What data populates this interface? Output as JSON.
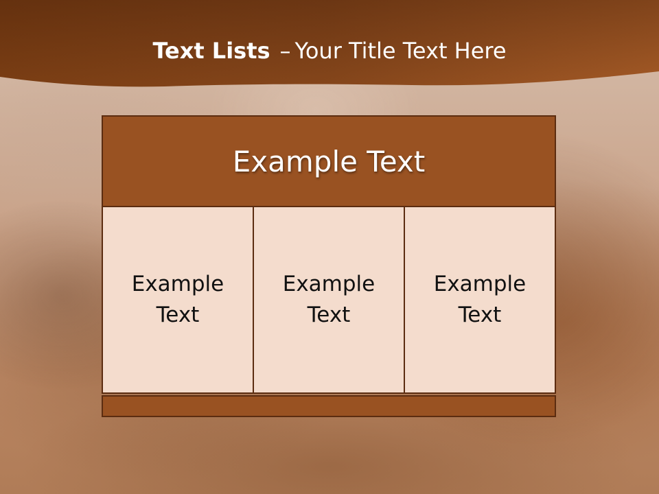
{
  "slide": {
    "title_bold": "Text Lists",
    "title_separator": "–",
    "title_rest": "Your Title Text Here"
  },
  "table": {
    "header": "Example Text",
    "cells": [
      "Example Text",
      "Example Text",
      "Example Text"
    ]
  },
  "colors": {
    "band": "#8a4a1c",
    "header_fill": "#995222",
    "cell_fill": "#f4dccd",
    "border": "#5b2c10"
  }
}
